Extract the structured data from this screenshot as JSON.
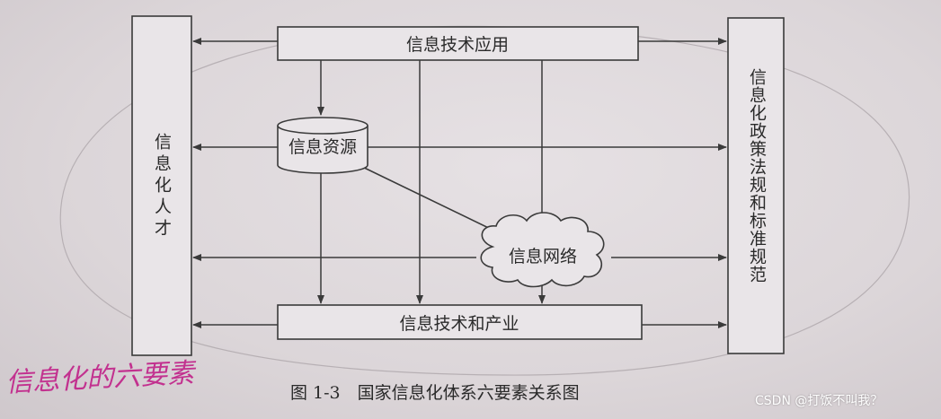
{
  "diagram": {
    "left_box": "信息化人才",
    "right_box": "信息化政策法规和标准规范",
    "top_box": "信息技术应用",
    "db_node": "信息资源",
    "cloud_node": "信息网络",
    "bottom_box": "信息技术和产业"
  },
  "caption": "图 1-3　国家信息化体系六要素关系图",
  "handwritten_note": "信息化的六要素",
  "watermark": "CSDN @打饭不叫我？",
  "colors": {
    "line": "#3a3a3a",
    "box_fill": "#e9e5e8",
    "handwriting": "#c2318f"
  }
}
